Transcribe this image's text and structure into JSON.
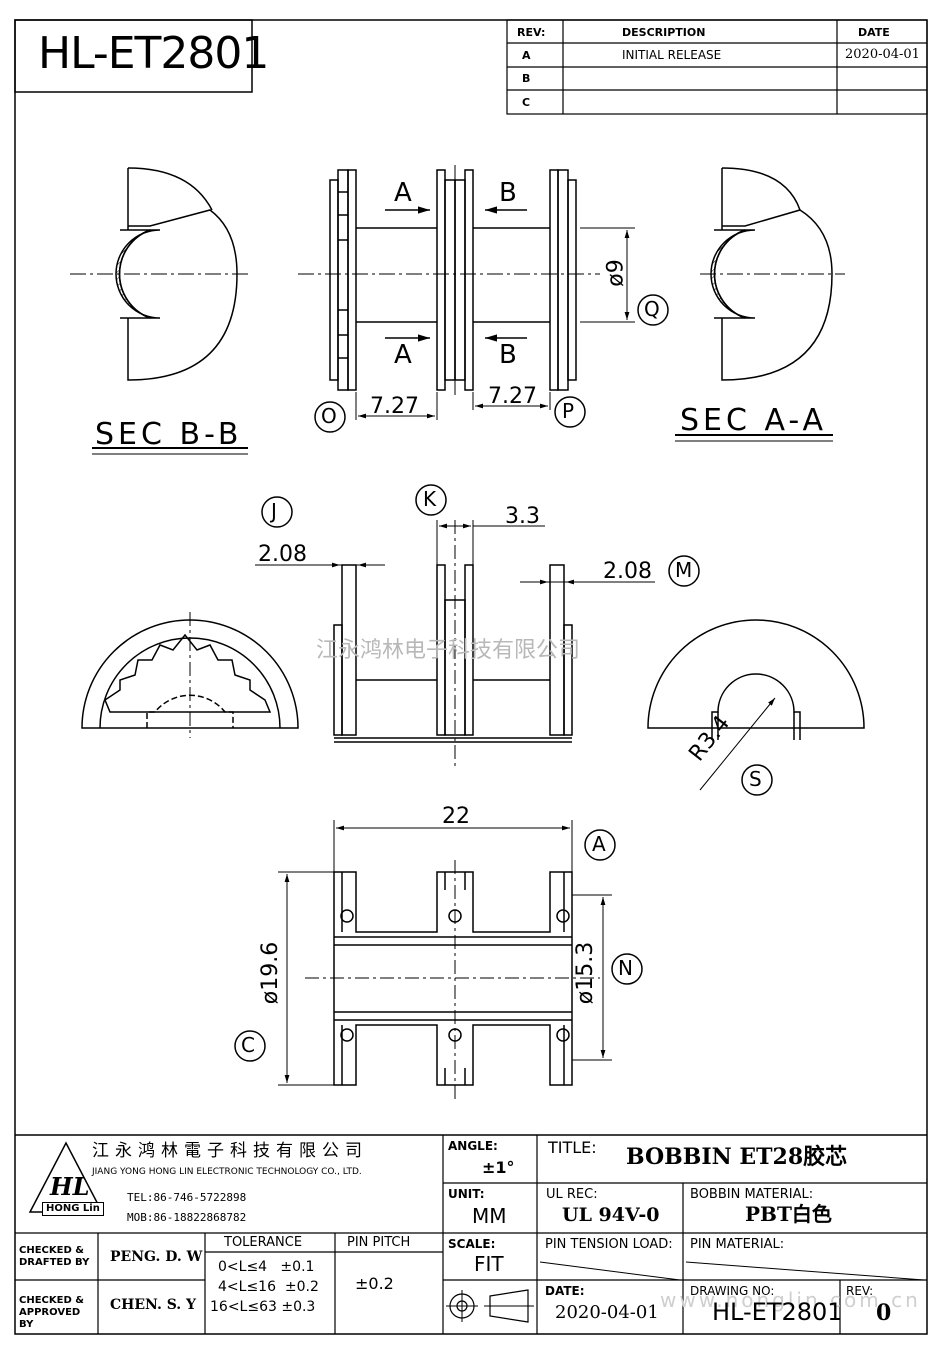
{
  "part_number": "HL-ET2801",
  "revision_table": {
    "headers": {
      "rev": "REV:",
      "description": "DESCRIPTION",
      "date": "DATE"
    },
    "rows": [
      {
        "rev": "A",
        "description": "INITIAL RELEASE",
        "date": "2020-04-01"
      },
      {
        "rev": "B",
        "description": "",
        "date": ""
      },
      {
        "rev": "C",
        "description": "",
        "date": ""
      }
    ]
  },
  "views": {
    "sec_bb": "SEC B-B",
    "sec_aa": "SEC A-A",
    "section_marks": {
      "a": "A",
      "b": "B"
    }
  },
  "dimensions": {
    "d_left": "7.27",
    "d_right": "7.27",
    "phi9": "ø9",
    "w_center": "3.3",
    "w_left": "2.08",
    "w_right": "2.08",
    "r34": "R3.4",
    "length": "22",
    "phi196": "ø19.6",
    "phi153": "ø15.3"
  },
  "balloons": {
    "o": "O",
    "p": "P",
    "q": "Q",
    "j": "J",
    "k": "K",
    "m": "M",
    "s": "S",
    "a": "A",
    "n": "N",
    "c": "C"
  },
  "watermark": "江永鸿林电子科技有限公司",
  "watermark_url": "www.honglin.com.cn",
  "title_block": {
    "company_cn": "江永鸿林電子科技有限公司",
    "company_en": "JIANG YONG HONG LIN ELECTRONIC TECHNOLOGY CO., LTD.",
    "logo_letters": "HL",
    "logo_name": "HONG Lin",
    "tel": "TEL:86-746-5722898",
    "mob": "MOB:86-18822868782",
    "angle_label": "ANGLE:",
    "angle_value": "±1°",
    "title_label": "TITLE:",
    "title_value": "BOBBIN ET28胶芯",
    "unit_label": "UNIT:",
    "unit_value": "MM",
    "ul_label": "UL REC:",
    "ul_value": "UL 94V-0",
    "bobbin_mat_label": "BOBBIN MATERIAL:",
    "bobbin_mat_value": "PBT白色",
    "checked_drafted": "CHECKED & DRAFTED BY",
    "drafter": "PENG. D. W",
    "checked_approved": "CHECKED & APPROVED BY",
    "approver": "CHEN. S. Y",
    "tolerance_label": "TOLERANCE",
    "tolerance_rows": [
      "0<L≤4   ±0.1",
      "4<L≤16  ±0.2",
      "16<L≤63 ±0.3"
    ],
    "pin_pitch_label": "PIN PITCH",
    "pin_pitch_value": "±0.2",
    "scale_label": "SCALE:",
    "scale_value": "FIT",
    "pin_tension_label": "PIN TENSION LOAD:",
    "pin_material_label": "PIN MATERIAL:",
    "date_label": "DATE:",
    "date_value": "2020-04-01",
    "drawing_no_label": "DRAWING NO:",
    "drawing_no_value": "HL-ET2801",
    "rev_label": "REV:",
    "rev_value": "0"
  }
}
